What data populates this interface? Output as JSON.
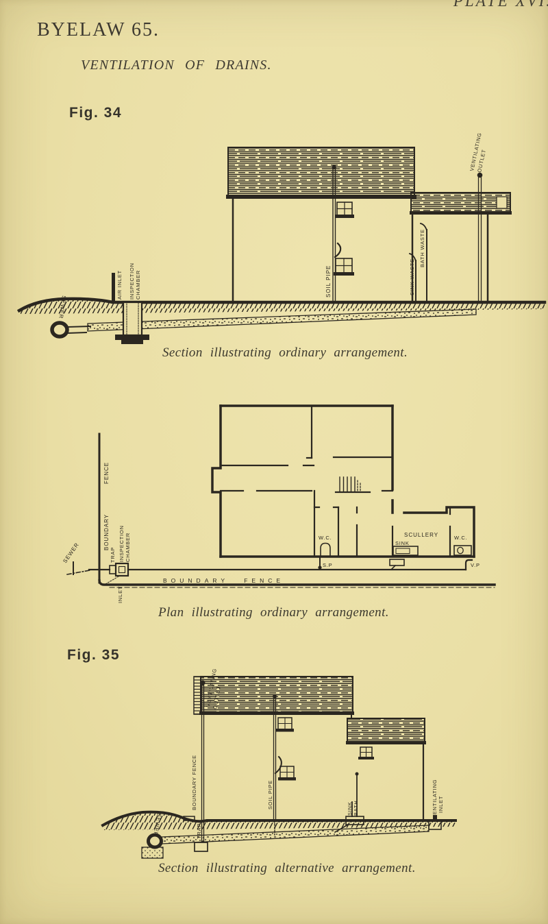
{
  "page": {
    "plate_ref": "PLATE XVI.",
    "byelaw_title": "BYELAW 65.",
    "subtitle": "VENTILATION OF DRAINS."
  },
  "colors": {
    "paper": "#eadfa6",
    "ink": "#2b2720"
  },
  "fig34": {
    "number": "Fig. 34",
    "caption": "Section illustrating ordinary arrangement.",
    "labels": {
      "sewer": "SEWER",
      "air_inlet": "AIR INLET",
      "inspection": "INSPECTION",
      "chamber": "CHAMBER",
      "soil_pipe": "SOIL PIPE",
      "sink_waste": "SINK WASTE",
      "bath_waste": "BATH WASTE",
      "ventilating": "VENTILATING",
      "outlet": "OUTLET"
    }
  },
  "plan": {
    "caption": "Plan illustrating ordinary arrangement.",
    "labels": {
      "fence": "FENCE",
      "boundary": "BOUNDARY",
      "sewer": "SEWER",
      "trap": "TRAP",
      "inspection": "INSPECTION",
      "chamber": "CHAMBER",
      "inlet": "INLET",
      "wc_left": "W.C.",
      "wc_right": "W.C.",
      "scullery": "SCULLERY",
      "sink": "SINK",
      "soil_pipe_abbr": "S.P",
      "vent_pipe_abbr": "V.P",
      "boundary_fence": "BOUNDARY FENCE"
    }
  },
  "fig35": {
    "number": "Fig. 35",
    "caption": "Section illustrating alternative arrangement.",
    "labels": {
      "ventilating_outlet_1": "VENTILATING",
      "ventilating_outlet_2": "OUTLET",
      "boundary_fence": "BOUNDARY FENCE",
      "soil_pipe": "SOIL PIPE",
      "sink": "SINK",
      "bath": "BATH",
      "ventilating_inlet_1": "VENTILATING",
      "ventilating_inlet_2": "INLET",
      "sewer": "SEWER",
      "trap": "TRAP"
    }
  }
}
